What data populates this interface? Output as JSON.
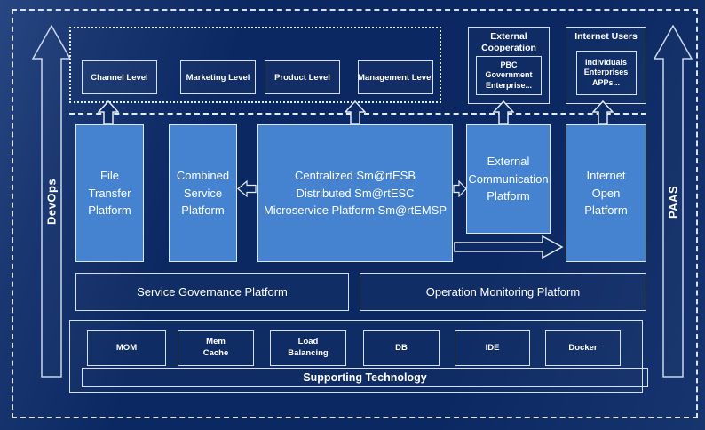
{
  "rails": {
    "left_label": "DevOps",
    "right_label": "PAAS"
  },
  "levels": [
    {
      "label": "Channel Level"
    },
    {
      "label": "Marketing Level"
    },
    {
      "label": "Product Level"
    },
    {
      "label": "Management Level"
    }
  ],
  "external_cooperation": {
    "title": "External\nCooperation",
    "inner": "PBC Government\nEnterprise..."
  },
  "internet_users": {
    "title": "Internet Users",
    "inner": "Individuals\nEnterprises\nAPPs..."
  },
  "platforms": {
    "file_transfer": "File\nTransfer\nPlatform",
    "combined_service": "Combined\nService\nPlatform",
    "central": "Centralized Sm@rtESB\nDistributed Sm@rtESC\nMicroservice Platform Sm@rtEMSP",
    "external_communication": "External\nCommunication\nPlatform",
    "internet_open": "Internet\nOpen\nPlatform"
  },
  "governance": {
    "service": "Service Governance Platform",
    "operation": "Operation Monitoring Platform"
  },
  "supporting": {
    "title": "Supporting Technology",
    "items": [
      {
        "label": "MOM"
      },
      {
        "label": "Mem\nCache"
      },
      {
        "label": "Load\nBalancing"
      },
      {
        "label": "DB"
      },
      {
        "label": "IDE"
      },
      {
        "label": "Docker"
      }
    ]
  },
  "colors": {
    "background": "#0c2862",
    "platform_fill": "#4583d0",
    "border_light": "#dce6f3",
    "text": "#ffffff"
  }
}
